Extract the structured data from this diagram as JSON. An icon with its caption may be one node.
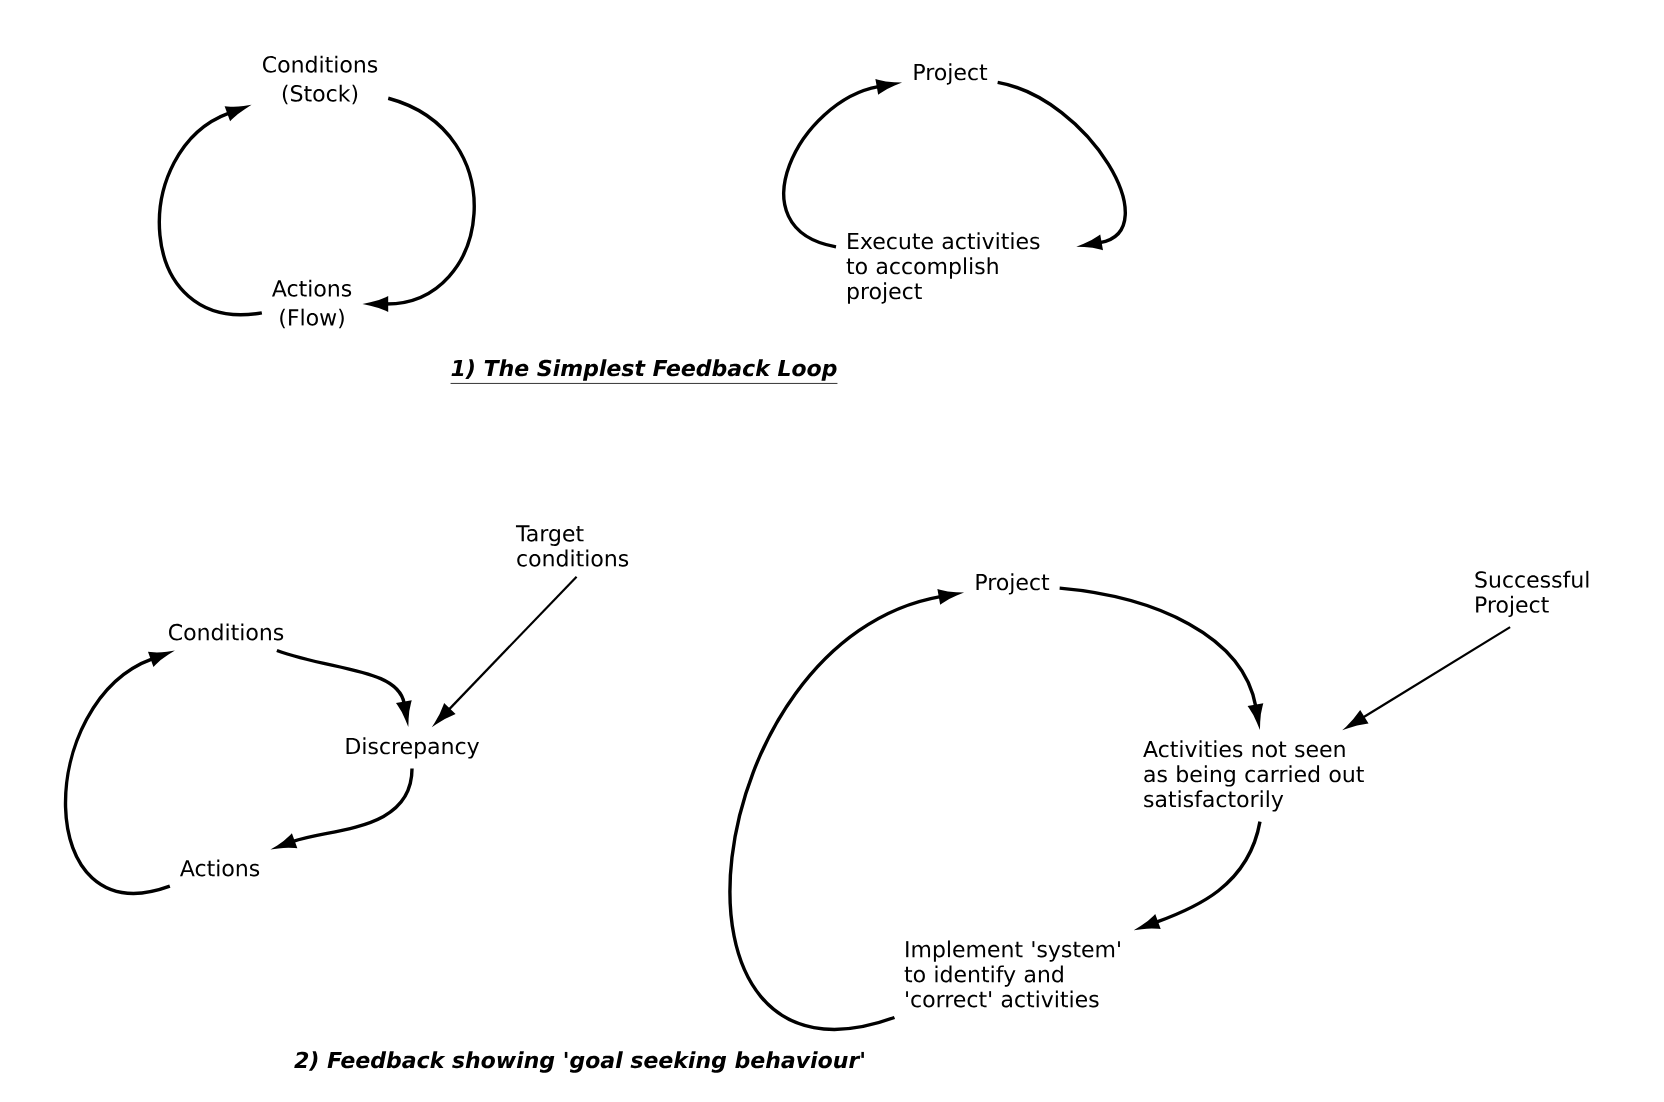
{
  "diagram": {
    "nodes": [
      {
        "text": [
          "Conditions",
          "(Stock)"
        ]
      },
      {
        "text": [
          "Actions",
          "(Flow)"
        ]
      },
      {
        "text": [
          "Project"
        ]
      },
      {
        "text": [
          "Execute activities to accomplish project"
        ]
      },
      {
        "text": [
          "Conditions"
        ]
      },
      {
        "text": [
          "Discrepancy"
        ]
      },
      {
        "text": [
          "Actions"
        ]
      },
      {
        "text": [
          "Target conditions"
        ]
      },
      {
        "text": [
          "Project"
        ]
      },
      {
        "text": [
          "Activities not seen as being carried out satisfactorily"
        ]
      },
      {
        "text": [
          "Successful Project"
        ]
      },
      {
        "text": [
          "Implement 'system' to identify and 'correct' activities"
        ]
      }
    ],
    "edges": [
      {
        "from": 1,
        "to": 0,
        "arrow": "to"
      },
      {
        "from": 0,
        "to": 1,
        "arrow": "to"
      },
      {
        "from": 3,
        "to": 2,
        "arrow": "to"
      },
      {
        "from": 2,
        "to": 3,
        "arrow": "to"
      },
      {
        "from": 4,
        "to": 5,
        "arrow": "to"
      },
      {
        "from": 7,
        "to": 5,
        "arrow": "to"
      },
      {
        "from": 5,
        "to": 6,
        "arrow": "to"
      },
      {
        "from": 6,
        "to": 4,
        "arrow": "to"
      },
      {
        "from": 8,
        "to": 9,
        "arrow": "to"
      },
      {
        "from": 10,
        "to": 9,
        "arrow": "to"
      },
      {
        "from": 9,
        "to": 11,
        "arrow": "to"
      },
      {
        "from": 11,
        "to": 8,
        "arrow": "to"
      }
    ],
    "labels": [
      "1) The Simplest Feedback Loop",
      "2) Feedback showing 'goal seeking behaviour'"
    ]
  }
}
